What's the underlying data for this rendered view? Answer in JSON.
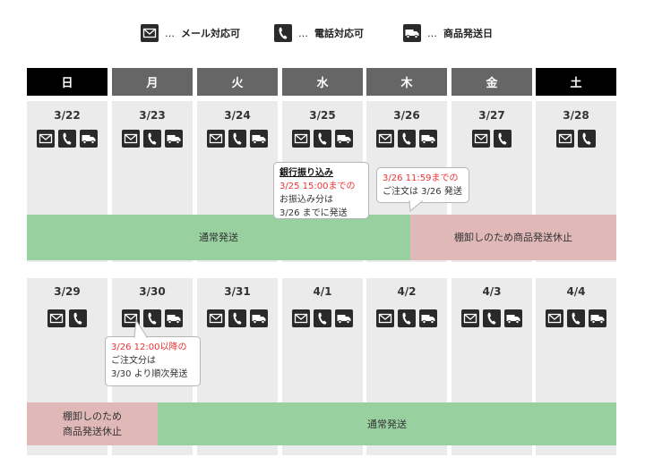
{
  "legend": [
    {
      "icon": "mail-icon",
      "dots": "…",
      "label": "メール対応可"
    },
    {
      "icon": "phone-icon",
      "dots": "…",
      "label": "電話対応可"
    },
    {
      "icon": "truck-icon",
      "dots": "…",
      "label": "商品発送日"
    }
  ],
  "weekdays": [
    "日",
    "月",
    "火",
    "水",
    "木",
    "金",
    "土"
  ],
  "colors": {
    "weekend_header": "#000000",
    "weekday_header": "#666666",
    "normal_band": "#99d0a0",
    "closed_band": "#e0b8b8",
    "highlight_red": "#ee3333"
  },
  "week1": {
    "dates": [
      "3/22",
      "3/23",
      "3/24",
      "3/25",
      "3/26",
      "3/27",
      "3/28"
    ],
    "icons": [
      [
        "mail",
        "phone",
        "truck"
      ],
      [
        "mail",
        "phone",
        "truck"
      ],
      [
        "mail",
        "phone",
        "truck"
      ],
      [
        "mail",
        "phone",
        "truck"
      ],
      [
        "mail",
        "phone",
        "truck"
      ],
      [
        "mail",
        "phone"
      ],
      [
        "mail",
        "phone"
      ]
    ],
    "band_normal": "通常発送",
    "band_closed": "棚卸しのため商品発送休止",
    "bubble_bank": {
      "title": "銀行振り込み",
      "deadline": "3/25 15:00までの",
      "line2": "お振込み分は",
      "line3": "3/26 までに発送"
    },
    "bubble_order": {
      "deadline": "3/26 11:59までの",
      "line2": "ご注文は 3/26 発送"
    }
  },
  "week2": {
    "dates": [
      "3/29",
      "3/30",
      "3/31",
      "4/1",
      "4/2",
      "4/3",
      "4/4"
    ],
    "icons": [
      [
        "mail",
        "phone"
      ],
      [
        "mail",
        "phone",
        "truck"
      ],
      [
        "mail",
        "phone",
        "truck"
      ],
      [
        "mail",
        "phone",
        "truck"
      ],
      [
        "mail",
        "phone",
        "truck"
      ],
      [
        "mail",
        "phone",
        "truck"
      ],
      [
        "mail",
        "phone",
        "truck"
      ]
    ],
    "band_closed_line1": "棚卸しのため",
    "band_closed_line2": "商品発送休止",
    "band_normal": "通常発送",
    "bubble_after": {
      "deadline": "3/26 12:00以降の",
      "line2": "ご注文分は",
      "line3": "3/30 より順次発送"
    }
  }
}
